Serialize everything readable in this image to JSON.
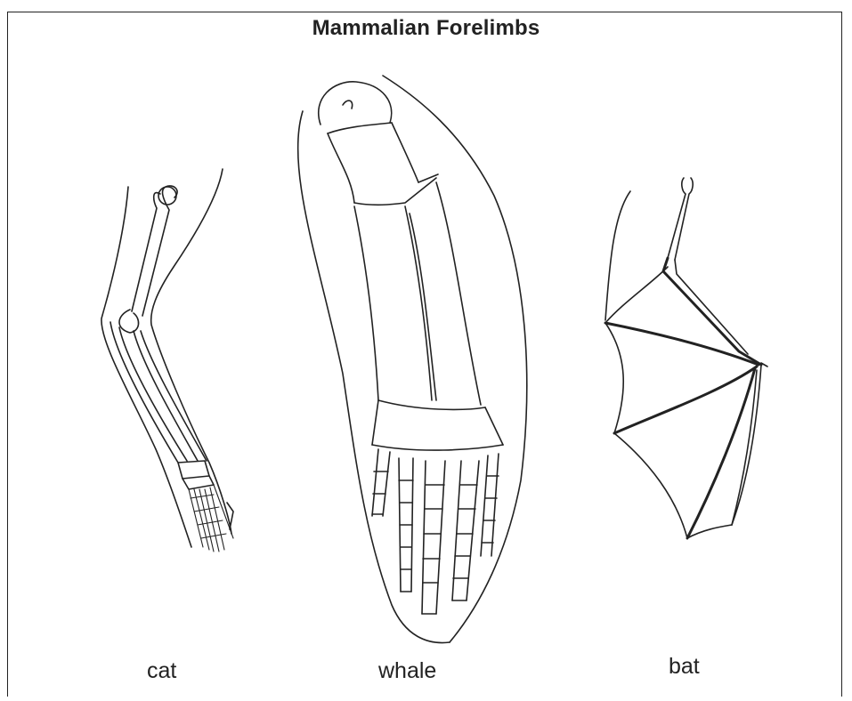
{
  "title": "Mammalian Forelimbs",
  "labels": {
    "cat": "cat",
    "whale": "whale",
    "bat": "bat"
  }
}
